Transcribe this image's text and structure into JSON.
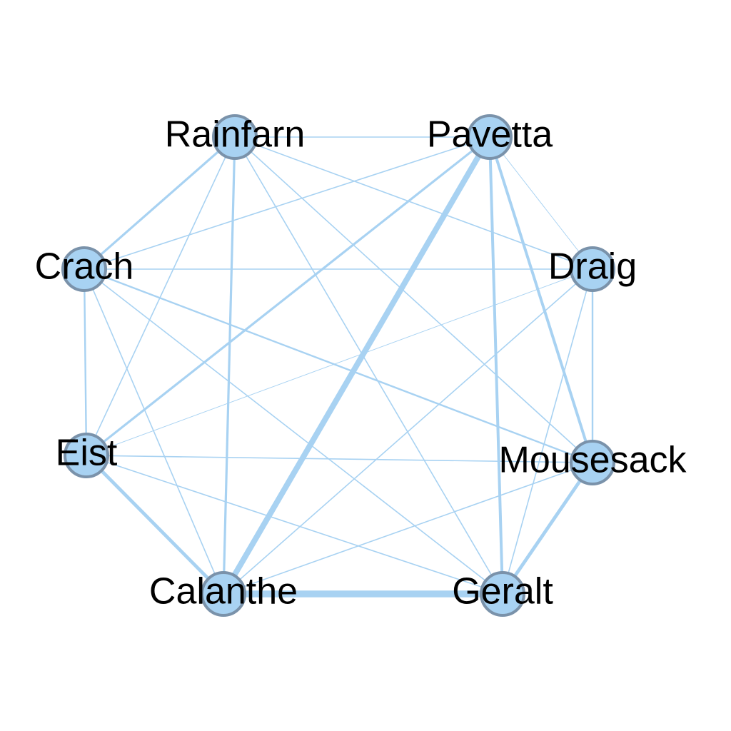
{
  "colors": {
    "edge": "#a8d2f2",
    "node_fill": "#a8d2f2",
    "node_stroke": "#7a92aa",
    "label": "#000000"
  },
  "nodes": [
    {
      "id": "rainfarn",
      "label": "Rainfarn"
    },
    {
      "id": "pavetta",
      "label": "Pavetta"
    },
    {
      "id": "crach",
      "label": "Crach"
    },
    {
      "id": "draig",
      "label": "Draig"
    },
    {
      "id": "eist",
      "label": "Eist"
    },
    {
      "id": "mousesack",
      "label": "Mousesack"
    },
    {
      "id": "calanthe",
      "label": "Calanthe"
    },
    {
      "id": "geralt",
      "label": "Geralt"
    }
  ],
  "edges": [
    {
      "source": "calanthe",
      "target": "geralt",
      "weight": 6
    },
    {
      "source": "calanthe",
      "target": "pavetta",
      "weight": 5
    },
    {
      "source": "eist",
      "target": "calanthe",
      "weight": 3
    },
    {
      "source": "mousesack",
      "target": "geralt",
      "weight": 3
    },
    {
      "source": "pavetta",
      "target": "geralt",
      "weight": 2.5
    },
    {
      "source": "pavetta",
      "target": "mousesack",
      "weight": 2.5
    },
    {
      "source": "pavetta",
      "target": "eist",
      "weight": 2
    },
    {
      "source": "rainfarn",
      "target": "calanthe",
      "weight": 2
    },
    {
      "source": "rainfarn",
      "target": "crach",
      "weight": 2
    },
    {
      "source": "crach",
      "target": "mousesack",
      "weight": 1.5
    },
    {
      "source": "crach",
      "target": "eist",
      "weight": 1.5
    },
    {
      "source": "draig",
      "target": "mousesack",
      "weight": 1.5
    },
    {
      "source": "rainfarn",
      "target": "pavetta",
      "weight": 1
    },
    {
      "source": "rainfarn",
      "target": "eist",
      "weight": 1
    },
    {
      "source": "rainfarn",
      "target": "draig",
      "weight": 1
    },
    {
      "source": "rainfarn",
      "target": "mousesack",
      "weight": 1
    },
    {
      "source": "rainfarn",
      "target": "geralt",
      "weight": 1
    },
    {
      "source": "pavetta",
      "target": "crach",
      "weight": 1
    },
    {
      "source": "pavetta",
      "target": "draig",
      "weight": 0.6
    },
    {
      "source": "crach",
      "target": "draig",
      "weight": 1
    },
    {
      "source": "crach",
      "target": "calanthe",
      "weight": 1
    },
    {
      "source": "crach",
      "target": "geralt",
      "weight": 1
    },
    {
      "source": "draig",
      "target": "eist",
      "weight": 0.6
    },
    {
      "source": "draig",
      "target": "calanthe",
      "weight": 1
    },
    {
      "source": "draig",
      "target": "geralt",
      "weight": 1
    },
    {
      "source": "eist",
      "target": "mousesack",
      "weight": 1
    },
    {
      "source": "eist",
      "target": "geralt",
      "weight": 1
    },
    {
      "source": "mousesack",
      "target": "calanthe",
      "weight": 1
    }
  ]
}
